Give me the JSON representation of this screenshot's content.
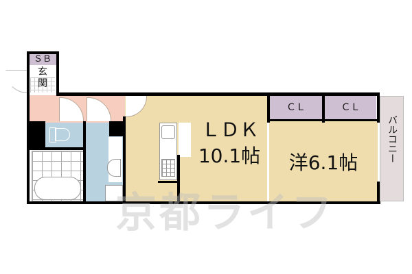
{
  "floorplan": {
    "rooms": {
      "sb": {
        "label": "ＳＢ"
      },
      "entrance": {
        "label_line1": "玄",
        "label_line2": "関"
      },
      "ldk": {
        "label_line1": "ＬＤＫ",
        "label_line2": "10.1帖"
      },
      "western": {
        "label": "洋6.1帖"
      },
      "closet1": {
        "label": "ＣＬ"
      },
      "closet2": {
        "label": "ＣＬ"
      },
      "balcony": {
        "label": "バルコニー"
      }
    },
    "watermark": "京都ライフ",
    "colors": {
      "ldk": "#efddae",
      "western": "#efddae",
      "hall": "#f6cdbf",
      "wet": "#b8d2e0",
      "closet": "#cfbfd2",
      "balcony": "#e4dcdc",
      "sb": "#cfbfd2",
      "wall": "#000000"
    }
  }
}
